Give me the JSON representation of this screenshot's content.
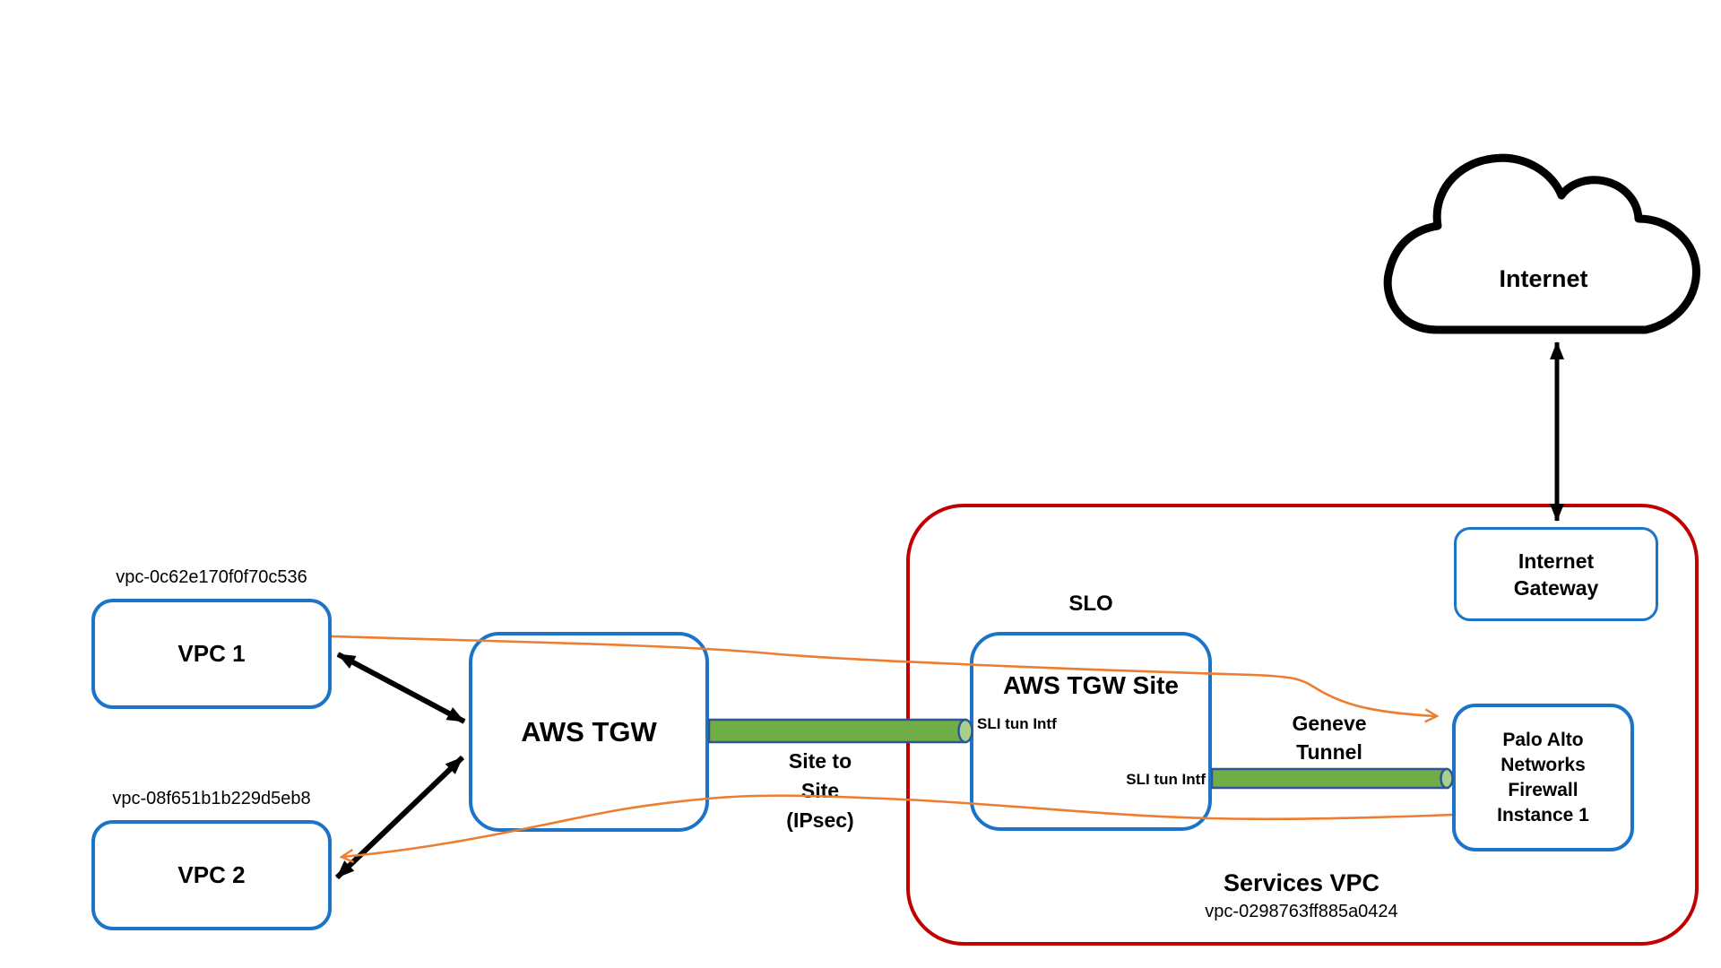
{
  "internet": {
    "label": "Internet"
  },
  "internet_gateway": {
    "line1": "Internet",
    "line2": "Gateway"
  },
  "vpc1": {
    "vpc_id": "vpc-0c62e170f0f70c536",
    "label": "VPC 1"
  },
  "vpc2": {
    "vpc_id": "vpc-08f651b1b229d5eb8",
    "label": "VPC 2"
  },
  "aws_tgw": {
    "label": "AWS TGW"
  },
  "tgw_site": {
    "tag": "SLO",
    "title": "AWS TGW Site",
    "intf_top": "SLI tun Intf",
    "intf_bottom": "SLI tun Intf"
  },
  "palo_alto": {
    "line1": "Palo Alto",
    "line2": "Networks",
    "line3": "Firewall",
    "line4": "Instance 1"
  },
  "services_vpc": {
    "title": "Services VPC",
    "vpc_id": "vpc-0298763ff885a0424"
  },
  "site_to_site": {
    "line1": "Site to",
    "line2": "Site",
    "line3": "(IPsec)"
  },
  "geneve": {
    "line1": "Geneve",
    "line2": "Tunnel"
  },
  "colors": {
    "node_border_blue": "#1B74C8",
    "services_vpc_red": "#C00000",
    "flow_orange": "#ED7D31",
    "tunnel_green": "#70AD47",
    "tunnel_cap_green": "#A8D08D",
    "tunnel_border_navy": "#2E5596",
    "arrow_black": "#000000"
  }
}
